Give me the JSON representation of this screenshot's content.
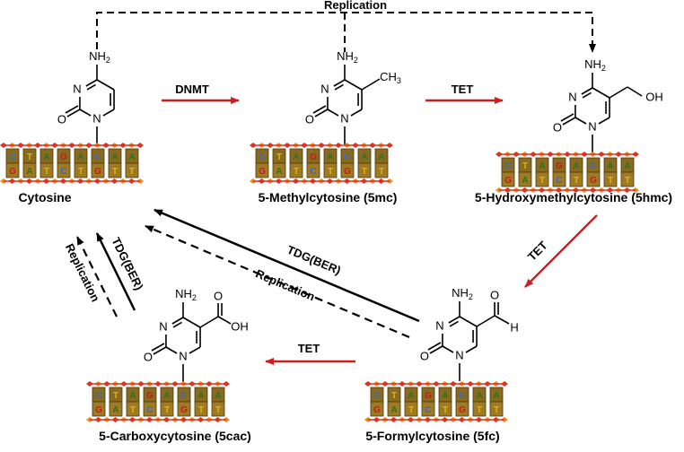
{
  "compounds": {
    "cytosine": {
      "name": "Cytosine"
    },
    "mc": {
      "name": "5-Methylcytosine (5mc)"
    },
    "hmc": {
      "name": "5-Hydroxymethylcytosine (5hmc)"
    },
    "fc": {
      "name": "5-Formylcytosine (5fc)"
    },
    "cac": {
      "name": "5-Carboxycytosine (5cac)"
    }
  },
  "edges": {
    "top_replication": "Replication",
    "dnmt": "DNMT",
    "tet_1": "TET",
    "tet_2": "TET",
    "tet_3": "TET",
    "tdg_diag": "TDG(BER)",
    "rep_diag": "Replication",
    "tdg_vert": "TDG(BER)",
    "rep_vert": "Replication"
  },
  "atoms": {
    "n": "N",
    "o": "O",
    "nh": "NH",
    "nh_sub": "2",
    "ch": "CH",
    "ch_sub": "3",
    "oh": "OH",
    "h": "H"
  },
  "dna": {
    "top": [
      "C",
      "T",
      "A",
      "G",
      "A",
      "C",
      "A",
      "A"
    ],
    "bottom": [
      "G",
      "A",
      "T",
      "C",
      "T",
      "G",
      "T",
      "T"
    ]
  },
  "colors": {
    "arrow_red": "#cc1f1f",
    "helix_red": "#e0301e",
    "helix_orange": "#f08a20",
    "base_C": "#2d6bd0",
    "base_G": "#c21d1d",
    "base_A": "#1d7a2a",
    "base_T": "#d9b800"
  }
}
